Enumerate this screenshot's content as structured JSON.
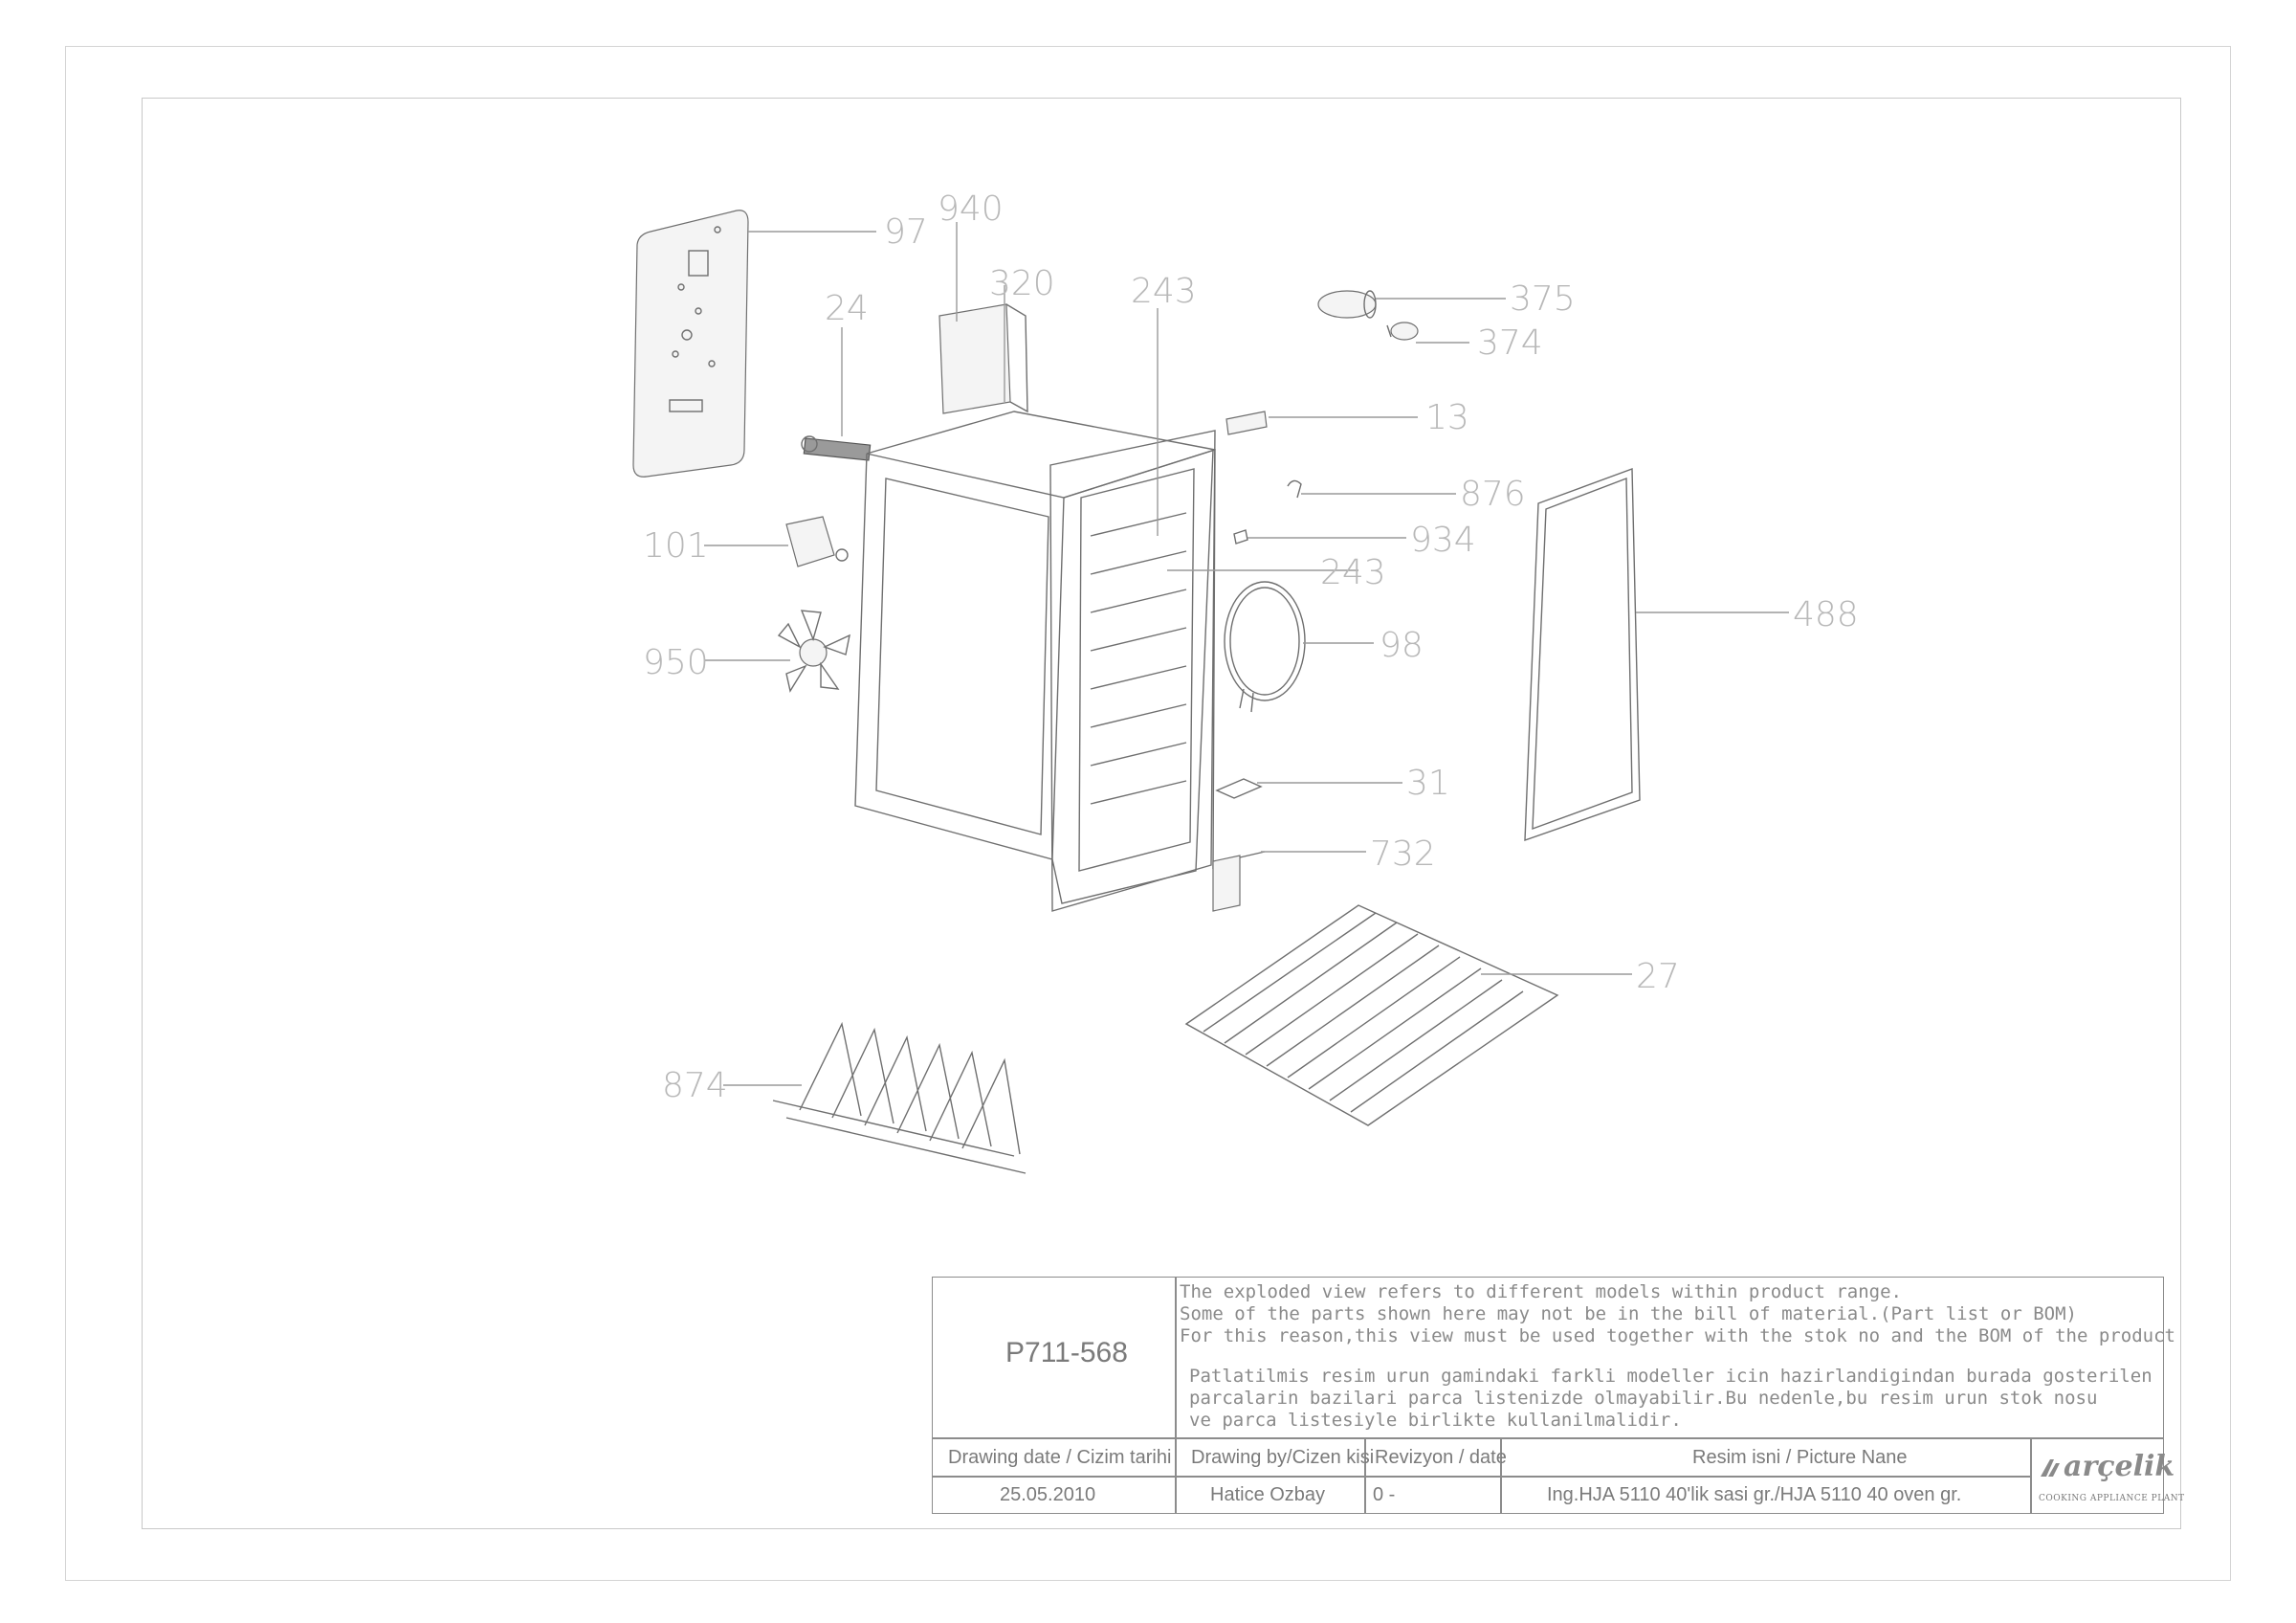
{
  "callouts": [
    {
      "id": "97",
      "text": "97"
    },
    {
      "id": "940",
      "text": "940"
    },
    {
      "id": "320",
      "text": "320"
    },
    {
      "id": "243a",
      "text": "243"
    },
    {
      "id": "24",
      "text": "24"
    },
    {
      "id": "375",
      "text": "375"
    },
    {
      "id": "374",
      "text": "374"
    },
    {
      "id": "13",
      "text": "13"
    },
    {
      "id": "876",
      "text": "876"
    },
    {
      "id": "101",
      "text": "101"
    },
    {
      "id": "934",
      "text": "934"
    },
    {
      "id": "243b",
      "text": "243"
    },
    {
      "id": "488",
      "text": "488"
    },
    {
      "id": "98",
      "text": "98"
    },
    {
      "id": "950",
      "text": "950"
    },
    {
      "id": "31",
      "text": "31"
    },
    {
      "id": "732",
      "text": "732"
    },
    {
      "id": "27",
      "text": "27"
    },
    {
      "id": "874",
      "text": "874"
    }
  ],
  "title_block": {
    "drawing_no": "P711-568",
    "note_en": [
      "The exploded view refers to different models within product range.",
      "Some of the parts shown here may not be in the bill of material.(Part list or BOM)",
      "For this reason,this view must be used together with the stok no and the BOM of the product"
    ],
    "note_tr": [
      "Patlatilmis resim urun gamindaki farkli modeller icin hazirlandigindan burada gosterilen",
      "parcalarin bazilari parca listenizde olmayabilir.Bu nedenle,bu resim urun stok nosu",
      "ve parca listesiyle birlikte kullanilmalidir."
    ],
    "date_label": "Drawing date / Cizim tarihi",
    "date_value": "25.05.2010",
    "drawn_by_label": "Drawing by/Cizen kisi",
    "drawn_by_value": "Hatice Ozbay",
    "revision_label": "Revizyon / date",
    "revision_value": "0 -",
    "picture_name_label": "Resim isni / Picture Nane",
    "picture_name_value": "Ing.HJA 5110 40'lik sasi gr./HJA 5110 40 oven gr.",
    "logo_text": "arçelik",
    "logo_subtitle": "COOKING APPLIANCE PLANT"
  }
}
